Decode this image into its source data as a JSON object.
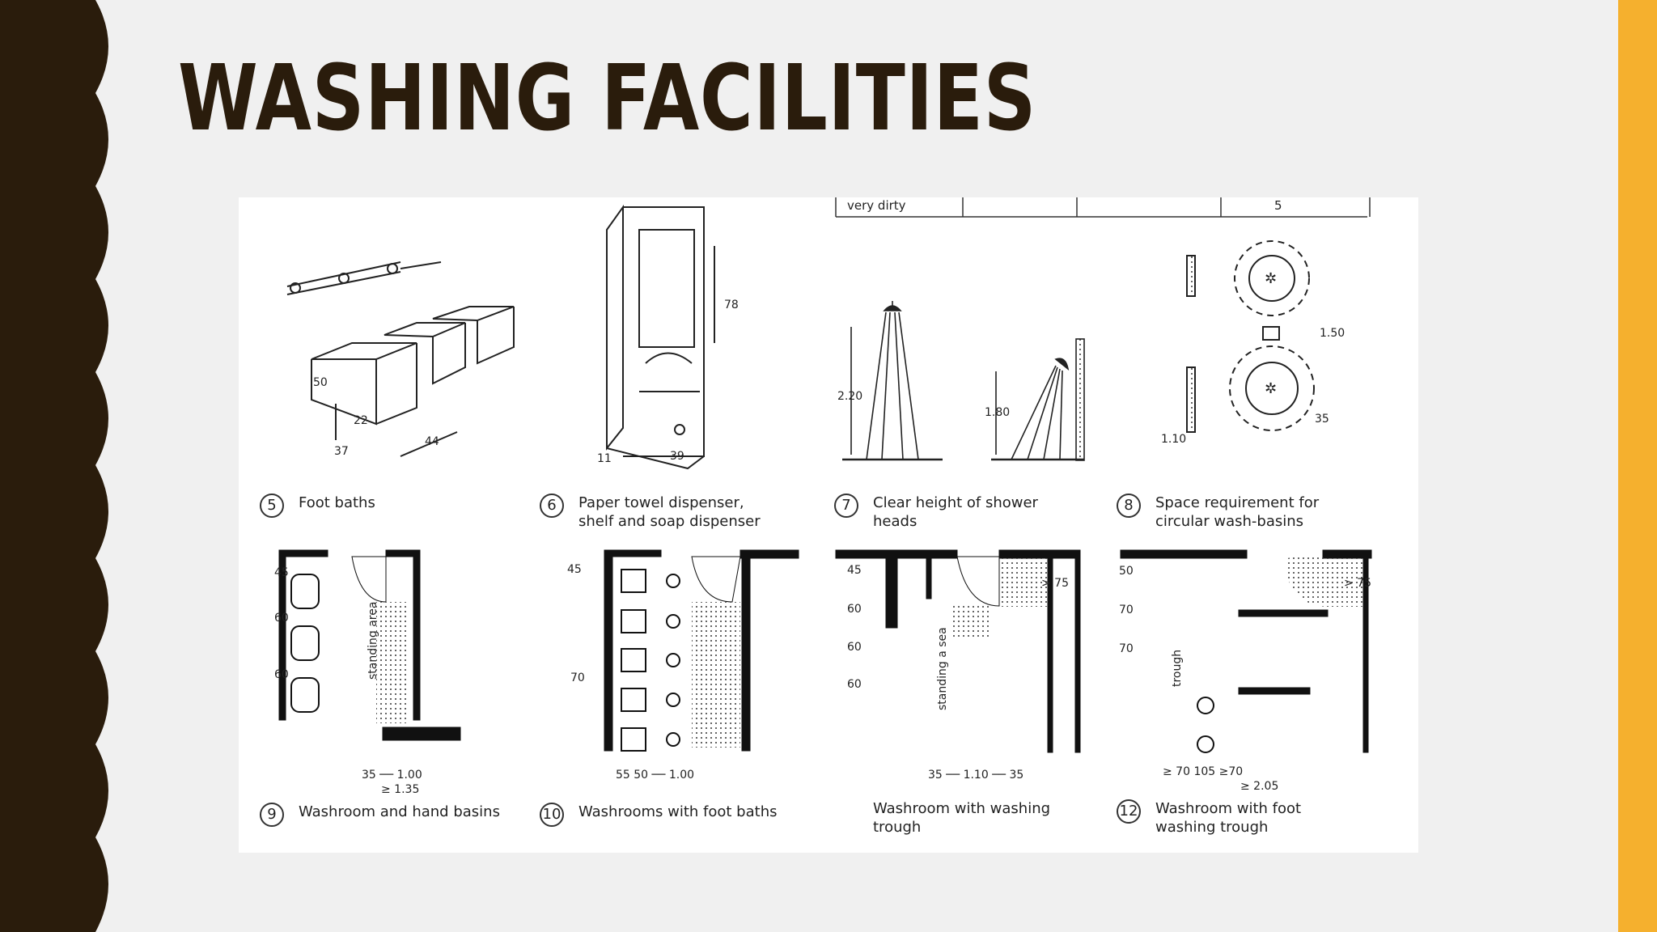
{
  "slide": {
    "title": "WASHING FACILITIES",
    "accent_color": "#f5b02e",
    "dark_color": "#2a1c0c"
  },
  "figure": {
    "table_fragment": {
      "row_label": "very dirty",
      "row_value": "5"
    },
    "captions": [
      {
        "num": "5",
        "text": "Foot baths"
      },
      {
        "num": "6",
        "text": "Paper towel dispenser,\nshelf and soap dispenser"
      },
      {
        "num": "7",
        "text": "Clear height of shower\nheads"
      },
      {
        "num": "8",
        "text": "Space requirement for\ncircular wash-basins"
      },
      {
        "num": "9",
        "text": "Washroom and hand basins"
      },
      {
        "num": "10",
        "text": "Washrooms with foot baths"
      },
      {
        "num": "",
        "text": "Washroom with washing\ntrough"
      },
      {
        "num": "12",
        "text": "Washroom with foot\nwashing trough"
      }
    ],
    "dims": {
      "d50": "50",
      "d37": "37",
      "d22": "22",
      "d44": "44",
      "d78": "78",
      "d11": "11",
      "d39": "39",
      "d220": "2.20",
      "d180": "1.80",
      "d150": "1.50",
      "d35": "35",
      "d110": "1.10",
      "d45": "45",
      "d60": "60",
      "d70": "70",
      "d75": "> 75",
      "standing_area": "standing area",
      "standing_sea": "standing a sea",
      "trough": "trough",
      "f9_bottom1": "35 ── 1.00",
      "f9_bottom2": "≥ 1.35",
      "f10_bottom": "55  50 ── 1.00",
      "f11_bottom": "35 ── 1.10 ── 35",
      "f12_bottom1": "≥ 70      105      ≥70",
      "f12_bottom2": "≥ 2.05"
    }
  }
}
